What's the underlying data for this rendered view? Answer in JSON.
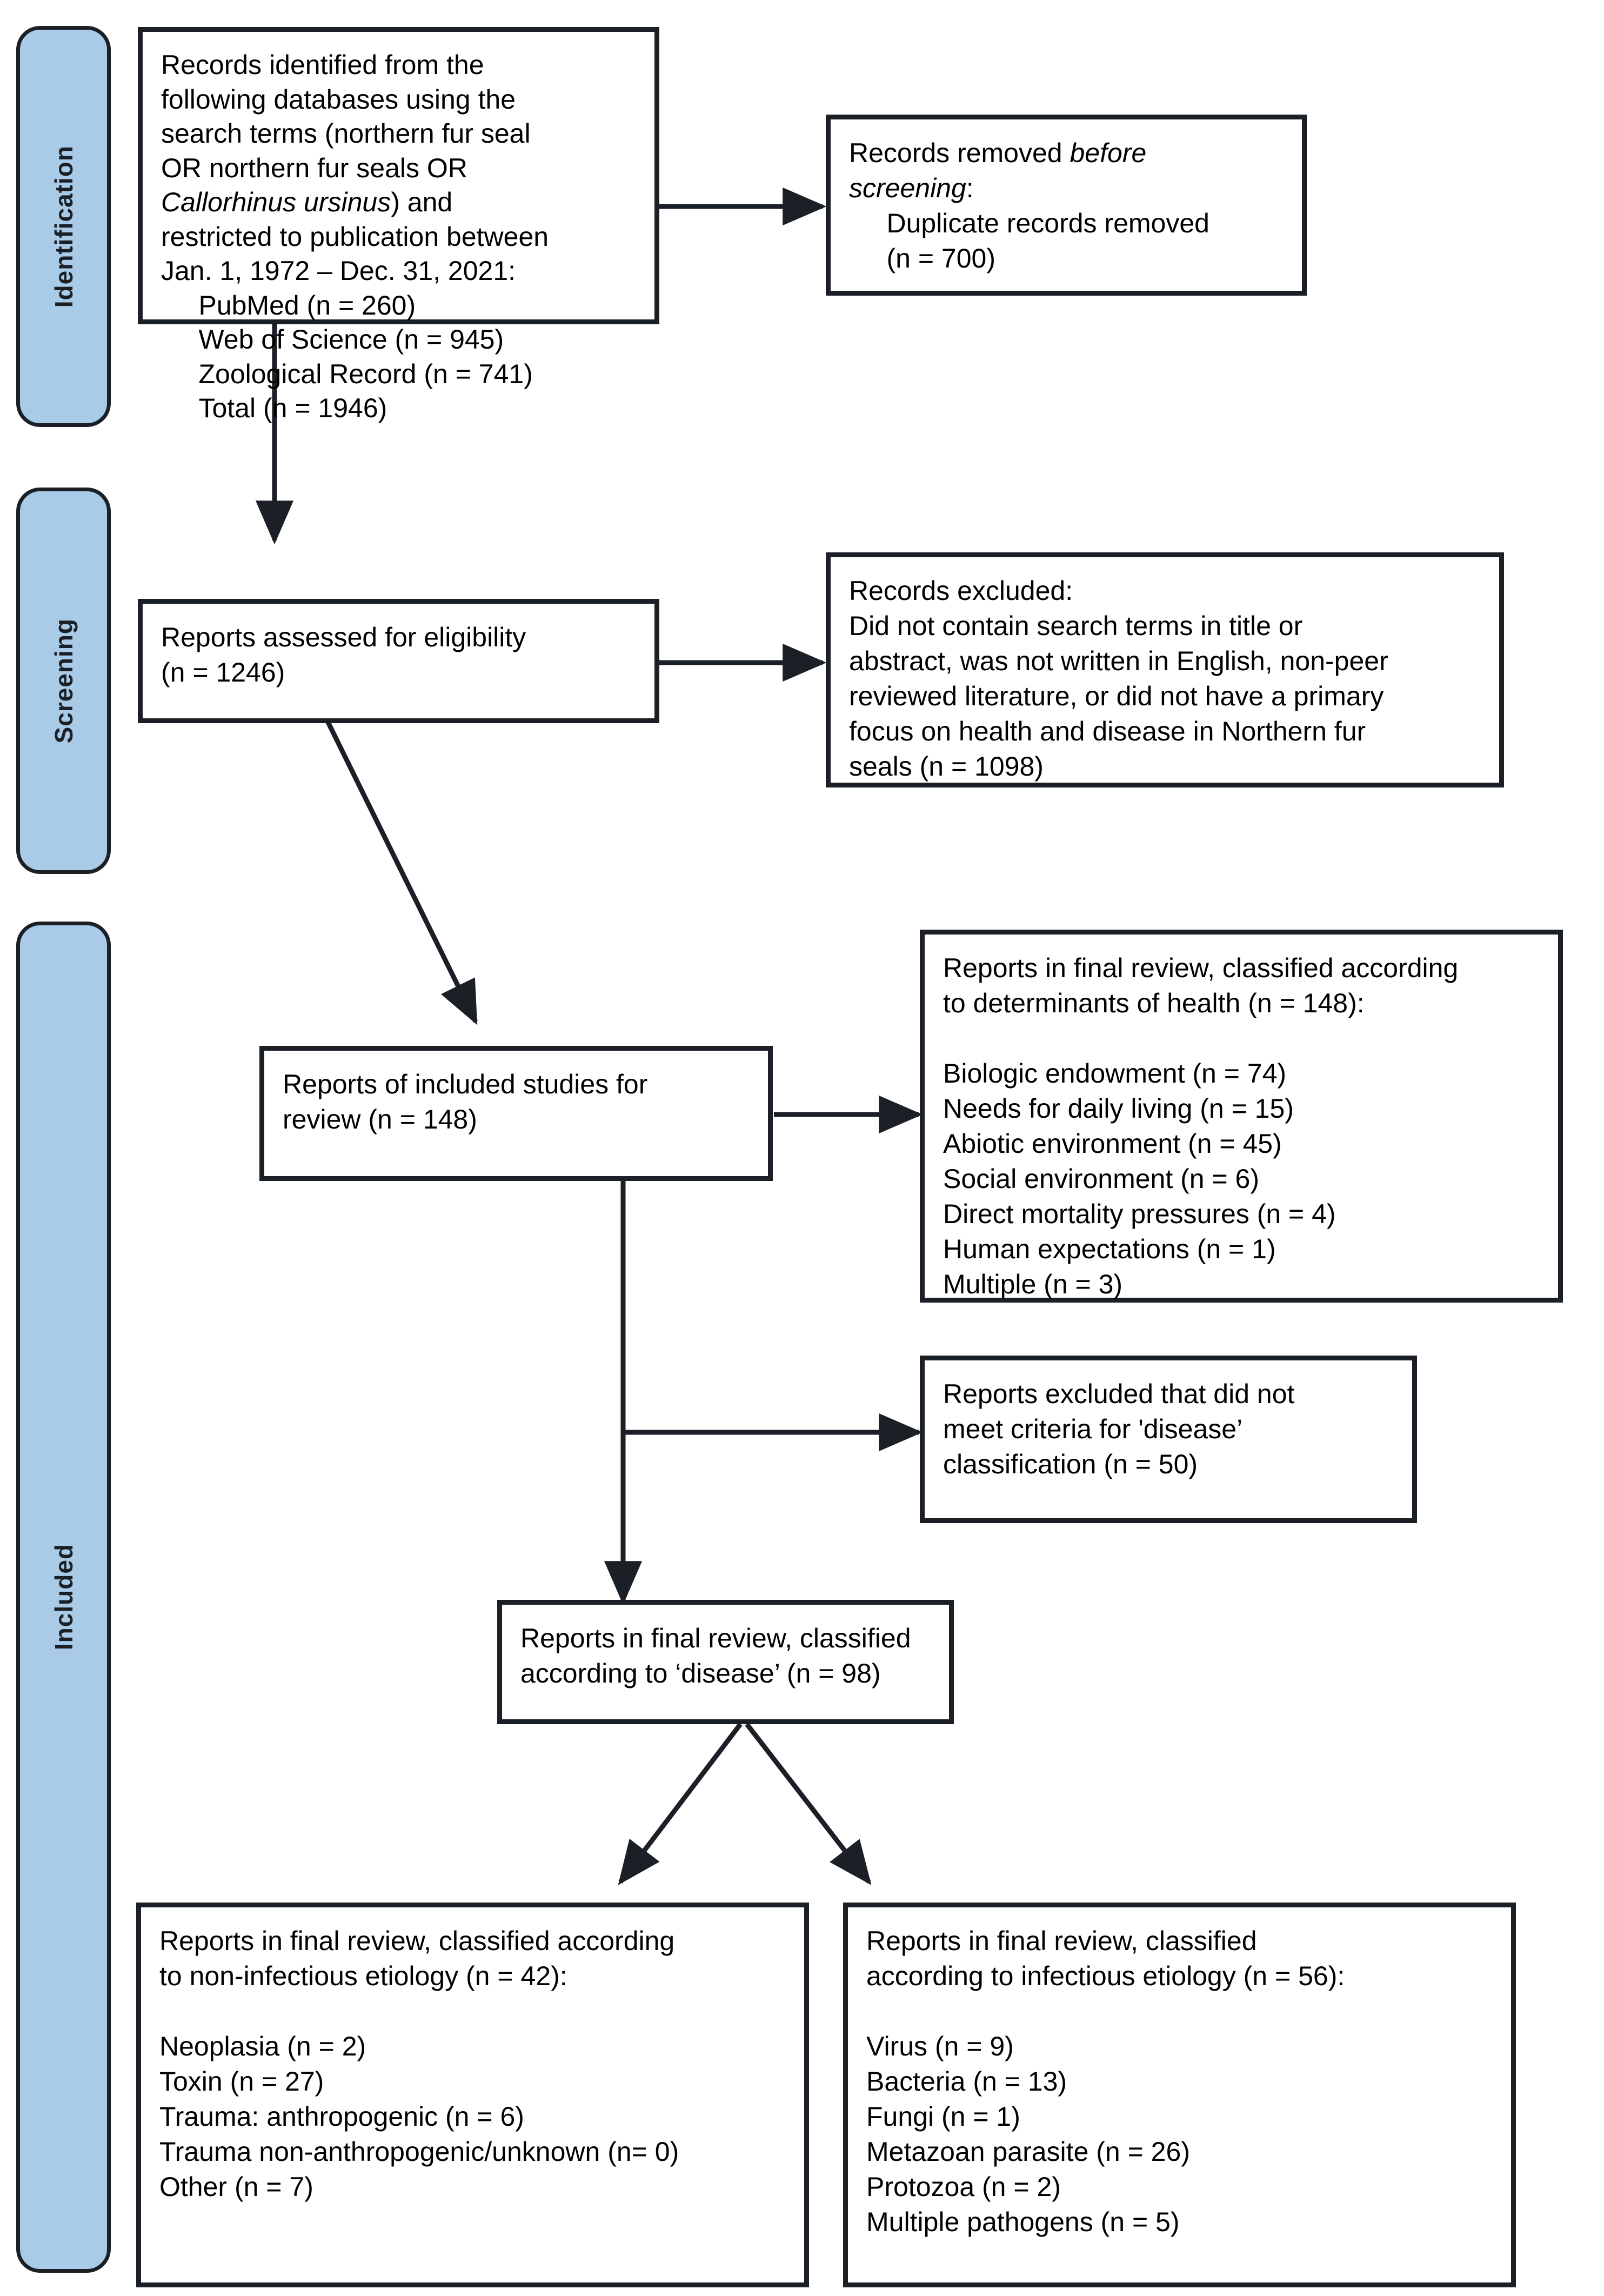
{
  "diagram": {
    "title": "PRISMA flow diagram for systematic review of northern fur seal health and disease literature",
    "type": "prisma-flow-diagram",
    "accent_color": "#a9cbe8",
    "line_color": "#1b1f26",
    "background_color": "#ffffff"
  },
  "phases": [
    {
      "id": "identification",
      "label": "Identification"
    },
    {
      "id": "screening",
      "label": "Screening"
    },
    {
      "id": "included",
      "label": "Included"
    }
  ],
  "boxes": {
    "records_identified": {
      "id": "records-identified",
      "text": "Records identified from the\nfollowing databases using the\nsearch terms (northern fur seal\nOR northern fur seals OR\nCallorhinus ursinus) and\nrestricted to publication between\nJan. 1, 1972 – Dec. 31, 2021:\n     PubMed (n = 260)\n     Web of Science (n = 945)\n     Zoological Record (n = 741)\n     Total (n = 1946)",
      "italic_phrase": "Callorhinus ursinus",
      "sources": [
        {
          "name": "PubMed",
          "n": 260
        },
        {
          "name": "Web of Science",
          "n": 945
        },
        {
          "name": "Zoological Record",
          "n": 741
        },
        {
          "name": "Total",
          "n": 1946
        }
      ],
      "date_range": "Jan. 1, 1972 – Dec. 31, 2021"
    },
    "records_removed": {
      "id": "records-removed-before-screening",
      "text": "Records removed before\nscreening:\n     Duplicate records removed\n     (n = 700)",
      "italic_phrase": "before screening",
      "n": 700
    },
    "reports_assessed": {
      "id": "reports-assessed-for-eligibility",
      "text": "Reports assessed for eligibility\n(n = 1246)",
      "n": 1246
    },
    "records_excluded": {
      "id": "records-excluded",
      "text": "Records excluded:\nDid not contain search terms in title or\nabstract, was not written in English, non-peer\nreviewed literature, or did not have a primary\nfocus on health and disease in Northern fur\nseals (n = 1098)",
      "n": 1098
    },
    "reports_included": {
      "id": "reports-of-included-studies",
      "text": "Reports of included studies for\nreview (n = 148)",
      "n": 148
    },
    "determinants_of_health": {
      "id": "determinants-of-health",
      "text": "Reports in final review, classified according\nto determinants of health (n = 148):\n\nBiologic endowment (n = 74)\nNeeds for daily living (n = 15)\nAbiotic environment (n = 45)\nSocial environment (n = 6)\nDirect mortality pressures (n = 4)\nHuman expectations (n = 1)\nMultiple (n = 3)",
      "n": 148,
      "categories": [
        {
          "name": "Biologic endowment",
          "n": 74
        },
        {
          "name": "Needs for daily living",
          "n": 15
        },
        {
          "name": "Abiotic environment",
          "n": 45
        },
        {
          "name": "Social environment",
          "n": 6
        },
        {
          "name": "Direct mortality pressures",
          "n": 4
        },
        {
          "name": "Human expectations",
          "n": 1
        },
        {
          "name": "Multiple",
          "n": 3
        }
      ]
    },
    "reports_excluded_disease": {
      "id": "reports-excluded-disease-criteria",
      "text": "Reports excluded that did not\nmeet criteria for 'disease’\nclassification (n = 50)",
      "n": 50
    },
    "disease_classified": {
      "id": "reports-classified-disease",
      "text": "Reports in final review, classified\naccording to ‘disease’ (n = 98)",
      "n": 98
    },
    "non_infectious": {
      "id": "non-infectious-etiology",
      "text": "Reports in final review, classified according\nto non-infectious etiology (n = 42):\n\nNeoplasia (n = 2)\nToxin (n = 27)\nTrauma: anthropogenic (n = 6)\nTrauma non-anthropogenic/unknown (n= 0)\nOther (n = 7)",
      "n": 42,
      "categories": [
        {
          "name": "Neoplasia",
          "n": 2
        },
        {
          "name": "Toxin",
          "n": 27
        },
        {
          "name": "Trauma: anthropogenic",
          "n": 6
        },
        {
          "name": "Trauma non-anthropogenic/unknown",
          "n": 0
        },
        {
          "name": "Other",
          "n": 7
        }
      ]
    },
    "infectious": {
      "id": "infectious-etiology",
      "text": "Reports in final review, classified\naccording to infectious etiology (n = 56):\n\nVirus (n = 9)\nBacteria (n = 13)\nFungi (n = 1)\nMetazoan parasite (n = 26)\nProtozoa (n = 2)\nMultiple pathogens (n = 5)",
      "n": 56,
      "categories": [
        {
          "name": "Virus",
          "n": 9
        },
        {
          "name": "Bacteria",
          "n": 13
        },
        {
          "name": "Fungi",
          "n": 1
        },
        {
          "name": "Metazoan parasite",
          "n": 26
        },
        {
          "name": "Protozoa",
          "n": 2
        },
        {
          "name": "Multiple pathogens",
          "n": 5
        }
      ]
    }
  }
}
